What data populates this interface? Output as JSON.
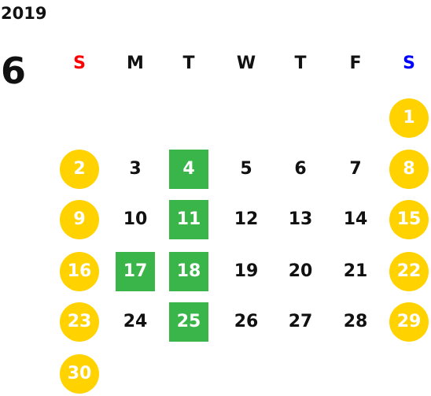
{
  "calendar": {
    "year": "2019",
    "month": "6",
    "weekdays": [
      {
        "label": "S",
        "color": "#ff0000"
      },
      {
        "label": "M",
        "color": "#111111"
      },
      {
        "label": "T",
        "color": "#111111"
      },
      {
        "label": "W",
        "color": "#111111"
      },
      {
        "label": "T",
        "color": "#111111"
      },
      {
        "label": "F",
        "color": "#111111"
      },
      {
        "label": "S",
        "color": "#0000ff"
      }
    ],
    "first_weekday_index": 6,
    "days_in_month": 30,
    "colors": {
      "weekend_circle": "#ffd200",
      "event_highlight": "#3ab54a",
      "text": "#111111"
    },
    "weekend_days": [
      1,
      2,
      8,
      9,
      15,
      16,
      22,
      23,
      29,
      30
    ],
    "event_days": [
      4,
      11,
      17,
      18,
      25
    ]
  }
}
